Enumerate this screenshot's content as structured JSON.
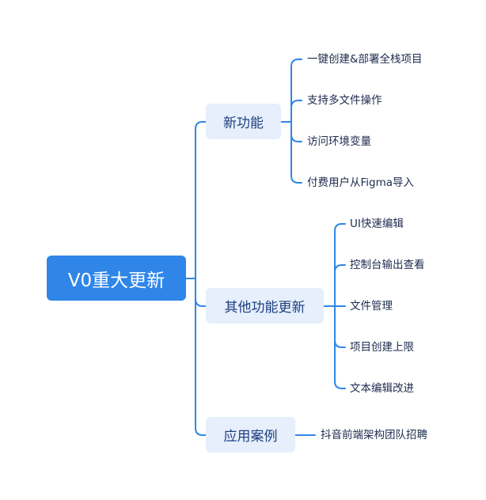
{
  "root": {
    "label": "V0重大更新"
  },
  "branches": [
    {
      "label": "新功能",
      "items": [
        "一键创建&部署全栈项目",
        "支持多文件操作",
        "访问环境变量",
        "付费用户从Figma导入"
      ]
    },
    {
      "label": "其他功能更新",
      "items": [
        "UI快速编辑",
        "控制台输出查看",
        "文件管理",
        "项目创建上限",
        "文本编辑改进"
      ]
    },
    {
      "label": "应用案例",
      "items": [
        "抖音前端架构团队招聘"
      ]
    }
  ],
  "colors": {
    "accent": "#2f86e8",
    "branch_fill": "#e6effb",
    "branch_text": "#1f3f82",
    "leaf_text": "#1d2a4d"
  }
}
